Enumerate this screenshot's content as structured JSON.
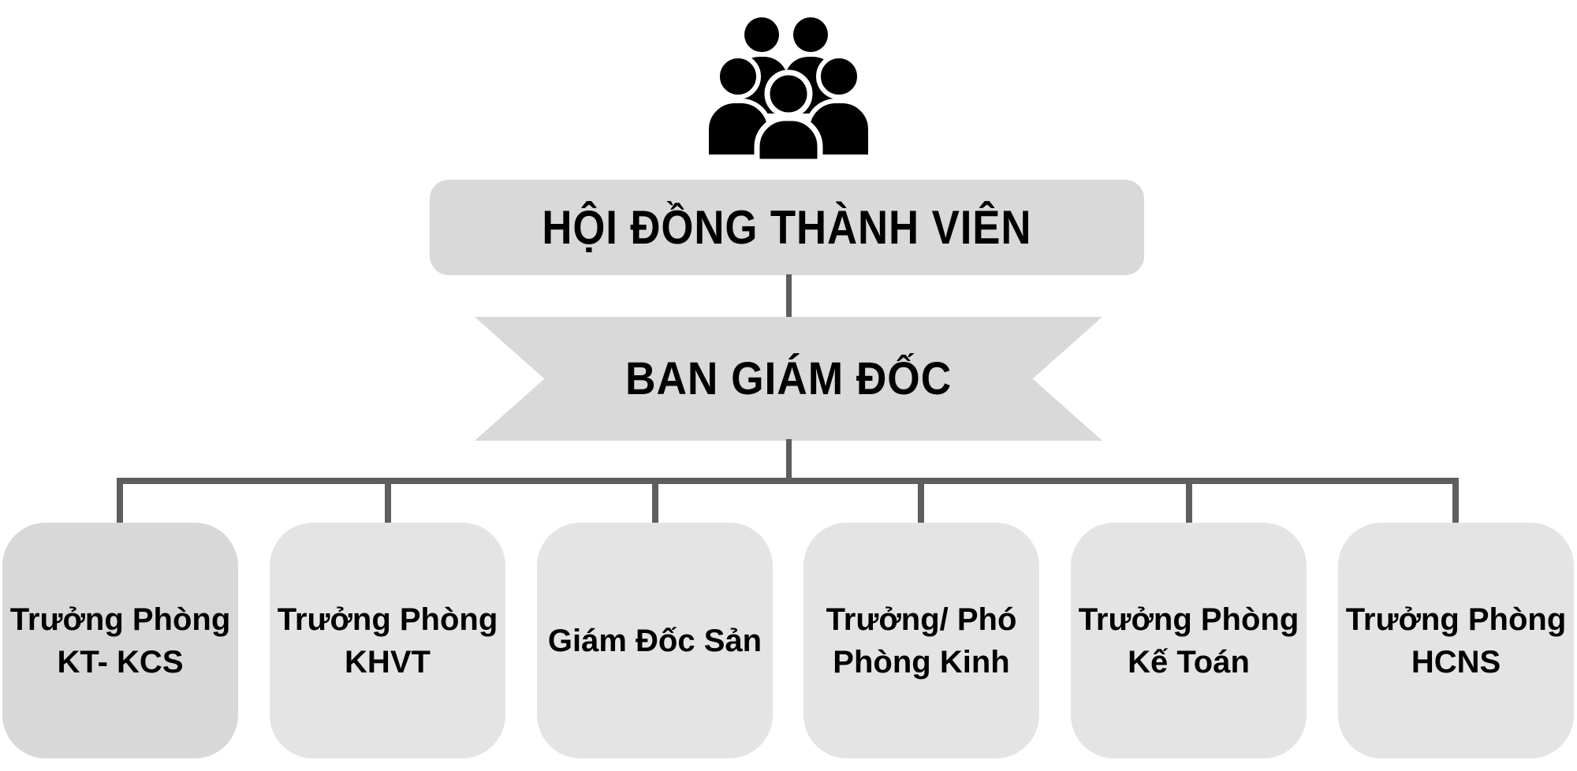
{
  "colors": {
    "background": "#ffffff",
    "text": "#000000",
    "connector": "#5e5e5e",
    "box-mid": "#d9d9d9",
    "box-dark": "#d8d8d8",
    "box-light": "#e4e4e4",
    "icon": "#000000"
  },
  "org_chart": {
    "icon": "people-group-icon",
    "board": {
      "label": "HỘI ĐỒNG THÀNH VIÊN"
    },
    "executive": {
      "label": "BAN GIÁM ĐỐC"
    },
    "departments": [
      {
        "line1": "Trưởng Phòng",
        "line2": "KT- KCS"
      },
      {
        "line1": "Trưởng Phòng",
        "line2": "KHVT"
      },
      {
        "line1": "Giám Đốc Sản",
        "line2": ""
      },
      {
        "line1": "Trưởng/ Phó",
        "line2": "Phòng Kinh"
      },
      {
        "line1": "Trưởng Phòng",
        "line2": "Kế Toán"
      },
      {
        "line1": "Trưởng Phòng",
        "line2": "HCNS"
      }
    ]
  }
}
